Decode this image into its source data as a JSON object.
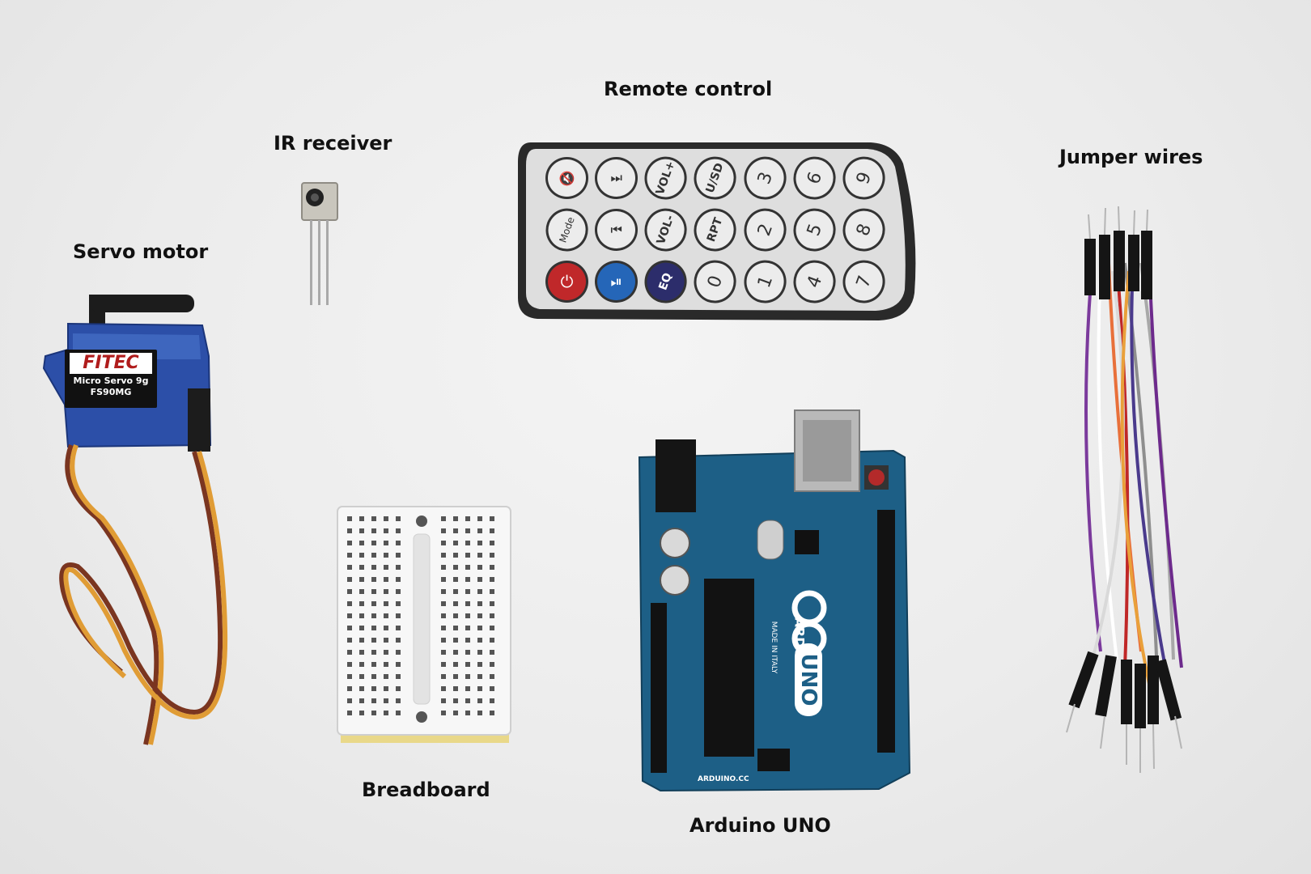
{
  "labels": {
    "remote_control": "Remote control",
    "ir_receiver": "IR receiver",
    "servo_motor": "Servo motor",
    "jumper_wires": "Jumper wires",
    "breadboard": "Breadboard",
    "arduino_uno": "Arduino UNO"
  },
  "servo": {
    "brand": "FITEC",
    "model_line": "Micro Servo 9g",
    "model_code": "FS90MG"
  },
  "remote": {
    "row1": [
      "",
      "",
      "VOL+",
      "U/SD",
      "3",
      "6",
      "9"
    ],
    "row2": [
      "Mode",
      "",
      "VOL-",
      "RPT",
      "2",
      "5",
      "8"
    ],
    "row3": [
      "",
      "",
      "EQ",
      "0",
      "1",
      "4",
      "7"
    ]
  },
  "arduino": {
    "brand": "ARDUINO",
    "model": "UNO",
    "site": "ARDUINO.CC",
    "made_in": "MADE IN ITALY"
  },
  "colors": {
    "background": "#ececec",
    "arduino_board": "#1d5f86",
    "remote_body": "#dedede",
    "power_button": "#c0282a",
    "play_button": "#2566b8",
    "eq_button": "#2c2d6b"
  }
}
